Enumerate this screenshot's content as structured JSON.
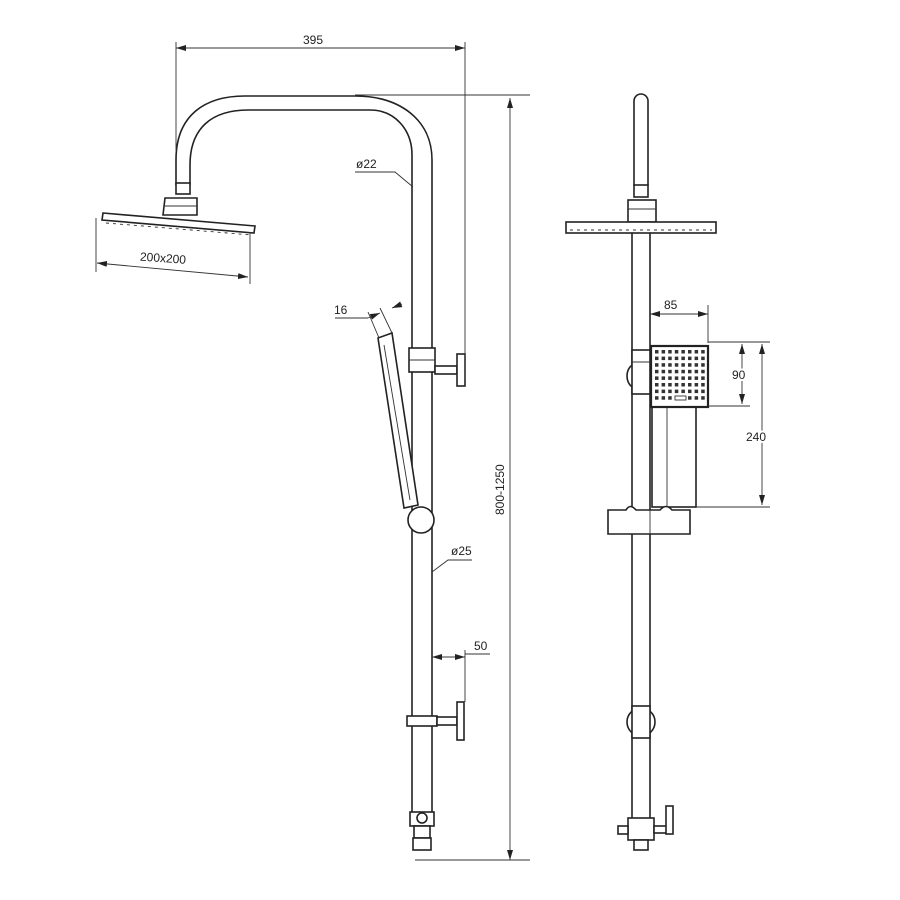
{
  "drawing": {
    "dimensions": {
      "arm_reach": "395",
      "arm_diameter": "ø22",
      "head_size": "200x200",
      "hand_shower_thickness": "16",
      "height_range": "800-1250",
      "riser_diameter": "ø25",
      "wall_offset": "50",
      "hand_shower_width": "85",
      "hand_shower_head_height": "90",
      "hand_shower_length": "240"
    },
    "line_color": "#222222"
  }
}
